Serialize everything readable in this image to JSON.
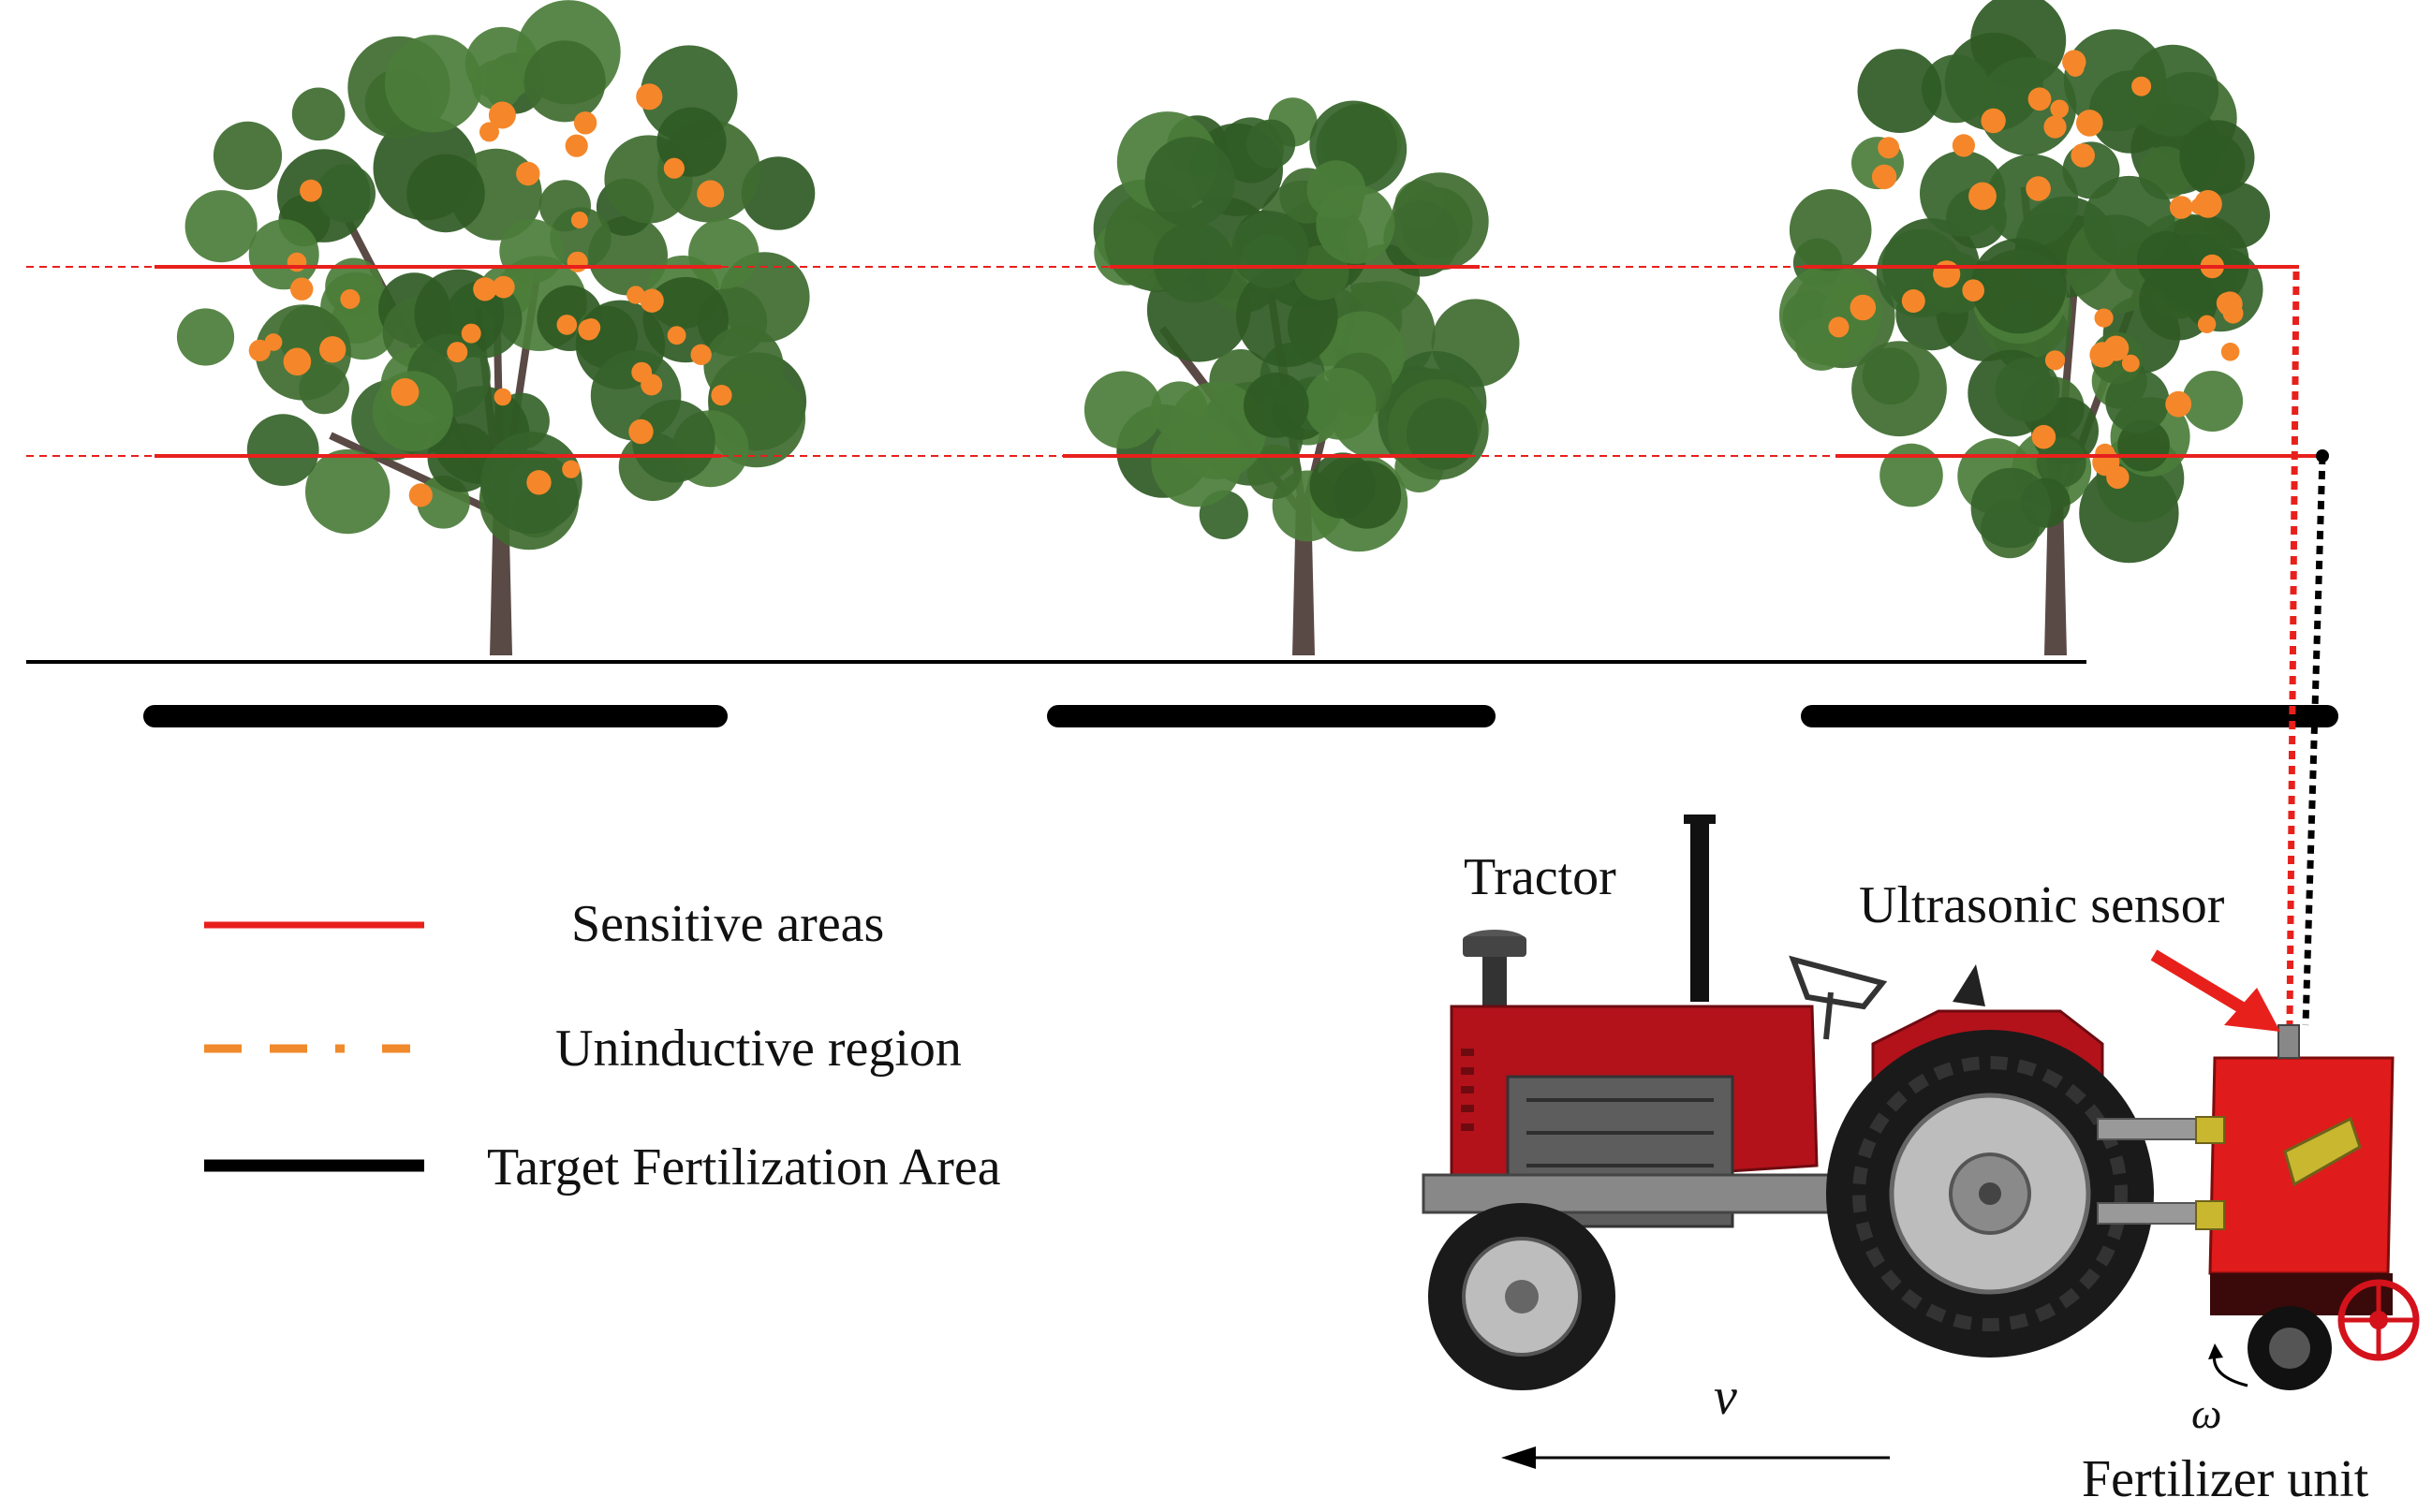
{
  "labels": {
    "tractor": "Tractor",
    "ultrasonic_sensor": "Ultrasonic sensor",
    "fertilizer_unit": "Fertilizer unit",
    "velocity_symbol": "v",
    "angular_symbol": "ω"
  },
  "legend": [
    {
      "label": "Sensitive areas",
      "style": "solid",
      "color": "#e8201c"
    },
    {
      "label": "Uninductive region",
      "style": "dashed",
      "color": "#f08a2c"
    },
    {
      "label": "Target Fertilization Area",
      "style": "solid",
      "color": "#000000"
    }
  ],
  "colors": {
    "sensitive_line": "#e8201c",
    "tree_foliage": "#3e6b2f",
    "fruit": "#f5872a",
    "trunk": "#5a4a45",
    "tractor_red": "#b3121b",
    "ground": "#000000"
  },
  "trees": [
    {
      "name": "tree-left",
      "fruit": true
    },
    {
      "name": "tree-middle",
      "fruit": false
    },
    {
      "name": "tree-right",
      "fruit": true
    }
  ]
}
